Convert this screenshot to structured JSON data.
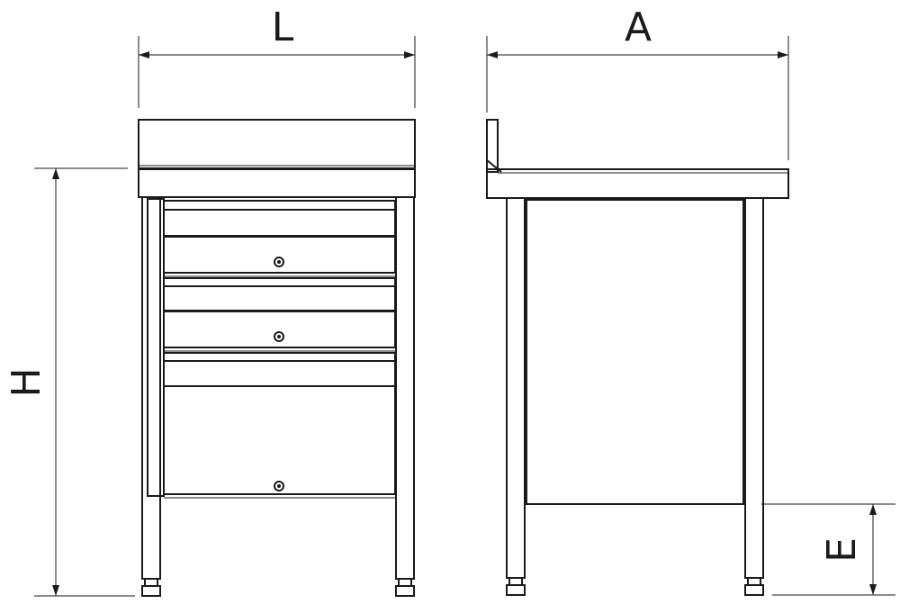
{
  "dimensions": {
    "width_label": "L",
    "depth_label": "A",
    "height_label": "H",
    "leg_clearance_label": "E"
  },
  "colors": {
    "line": "#1a1a1a",
    "background": "#ffffff"
  }
}
